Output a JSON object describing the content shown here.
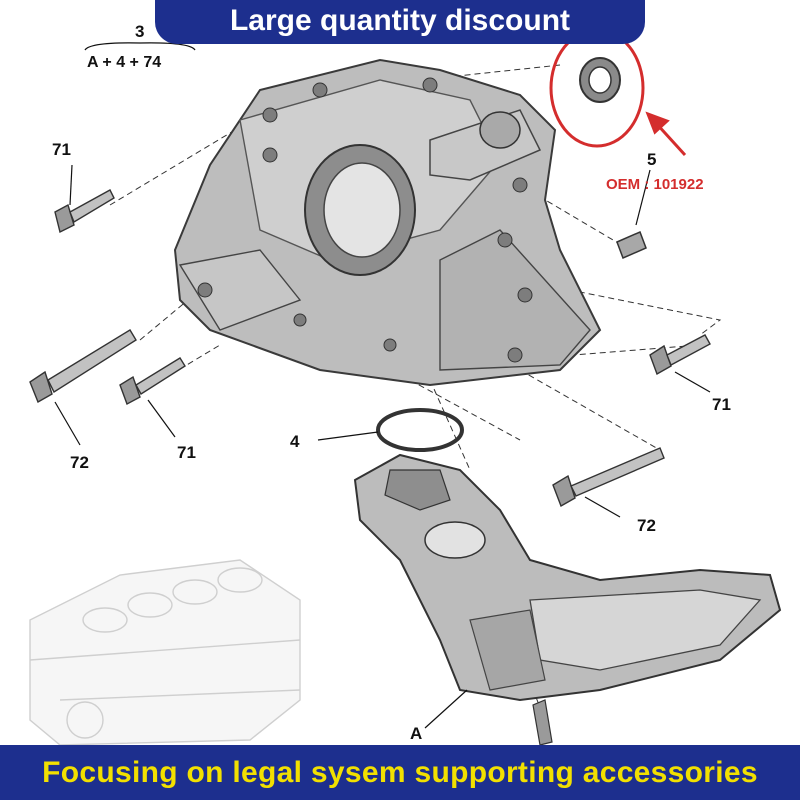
{
  "banners": {
    "top": "Large quantity discount",
    "bottom": "Focusing on legal sysem supporting accessories"
  },
  "labels": {
    "formula_top": "3",
    "formula_bottom": "A + 4 + 74",
    "bolt_71_a": "71",
    "bolt_71_b": "71",
    "bolt_71_c": "71",
    "bolt_72_a": "72",
    "bolt_72_b": "72",
    "pin_5": "5",
    "gasket_4": "4",
    "strainer_a": "A"
  },
  "oem": "OEM : 101922",
  "colors": {
    "banner_bg": "#1d2f8e",
    "banner_top_text": "#ffffff",
    "banner_bottom_text": "#f2e000",
    "highlight_red": "#d42d2d"
  }
}
